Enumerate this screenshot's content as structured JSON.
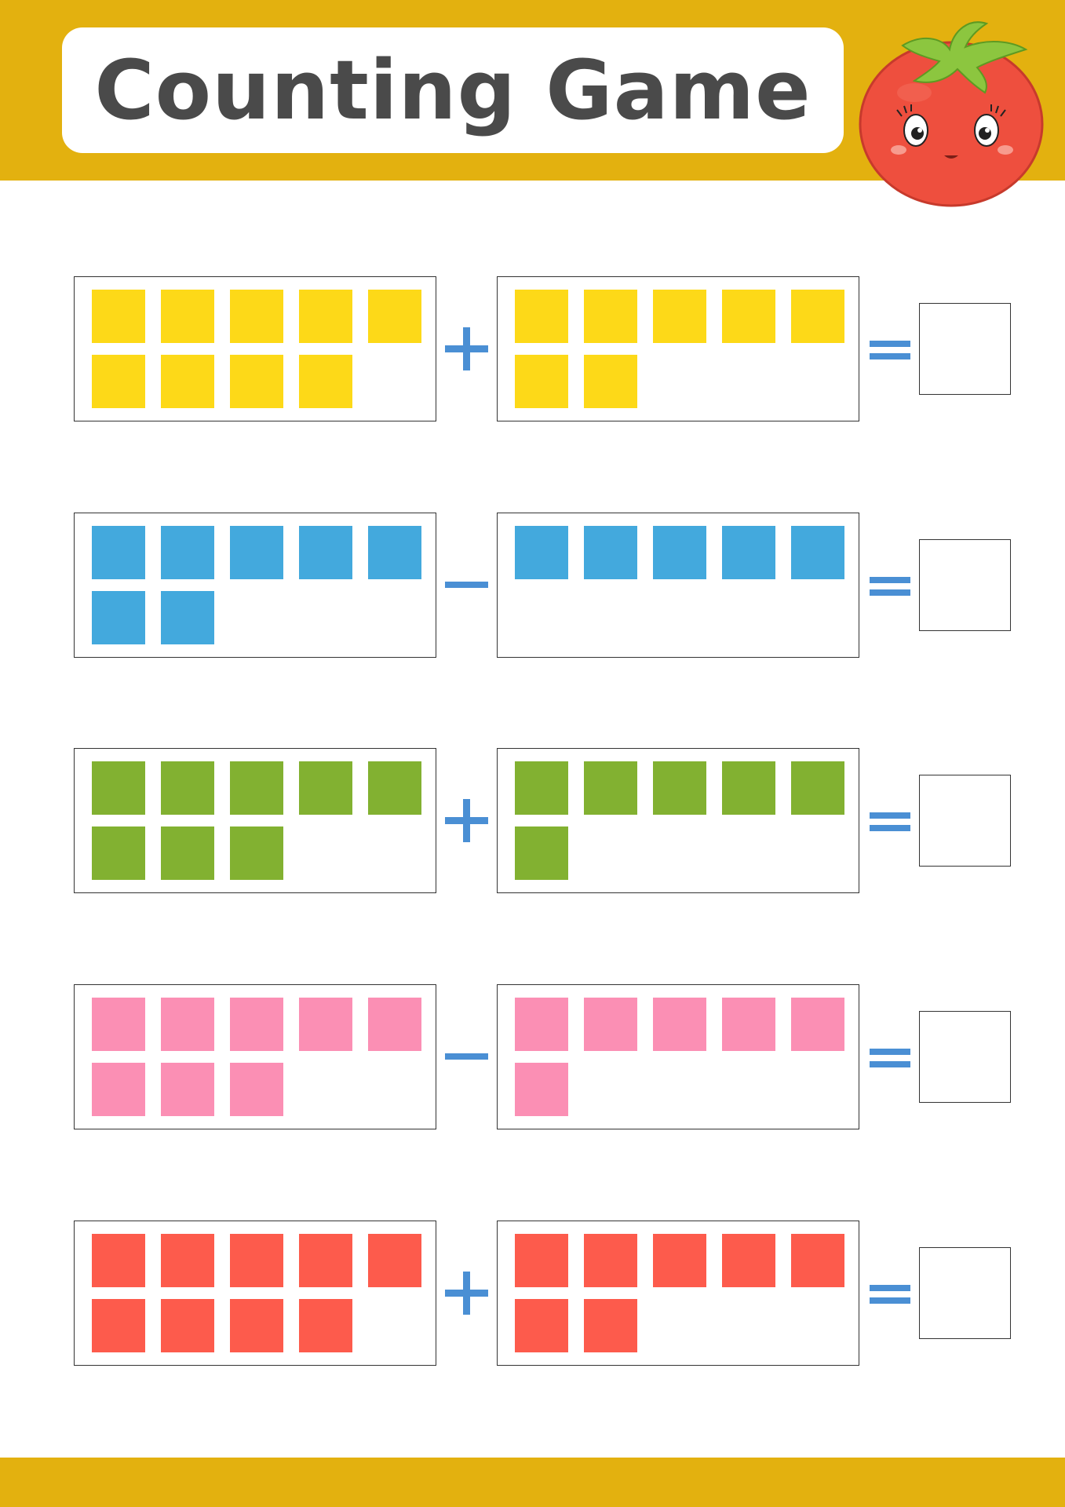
{
  "header": {
    "title": "Counting Game",
    "band_color": "#e3b10f",
    "title_color": "#4a4a4a"
  },
  "mascot": {
    "icon": "tomato-mascot-icon"
  },
  "operator_color": "#4a8fd4",
  "problems": [
    {
      "color": "#fdd918",
      "left_count": 9,
      "operator": "plus",
      "right_count": 7
    },
    {
      "color": "#43a9dd",
      "left_count": 7,
      "operator": "minus",
      "right_count": 5
    },
    {
      "color": "#82b131",
      "left_count": 8,
      "operator": "plus",
      "right_count": 6
    },
    {
      "color": "#fb8fb4",
      "left_count": 8,
      "operator": "minus",
      "right_count": 6
    },
    {
      "color": "#fd5b4c",
      "left_count": 9,
      "operator": "plus",
      "right_count": 7
    }
  ],
  "answer_placeholder": ""
}
